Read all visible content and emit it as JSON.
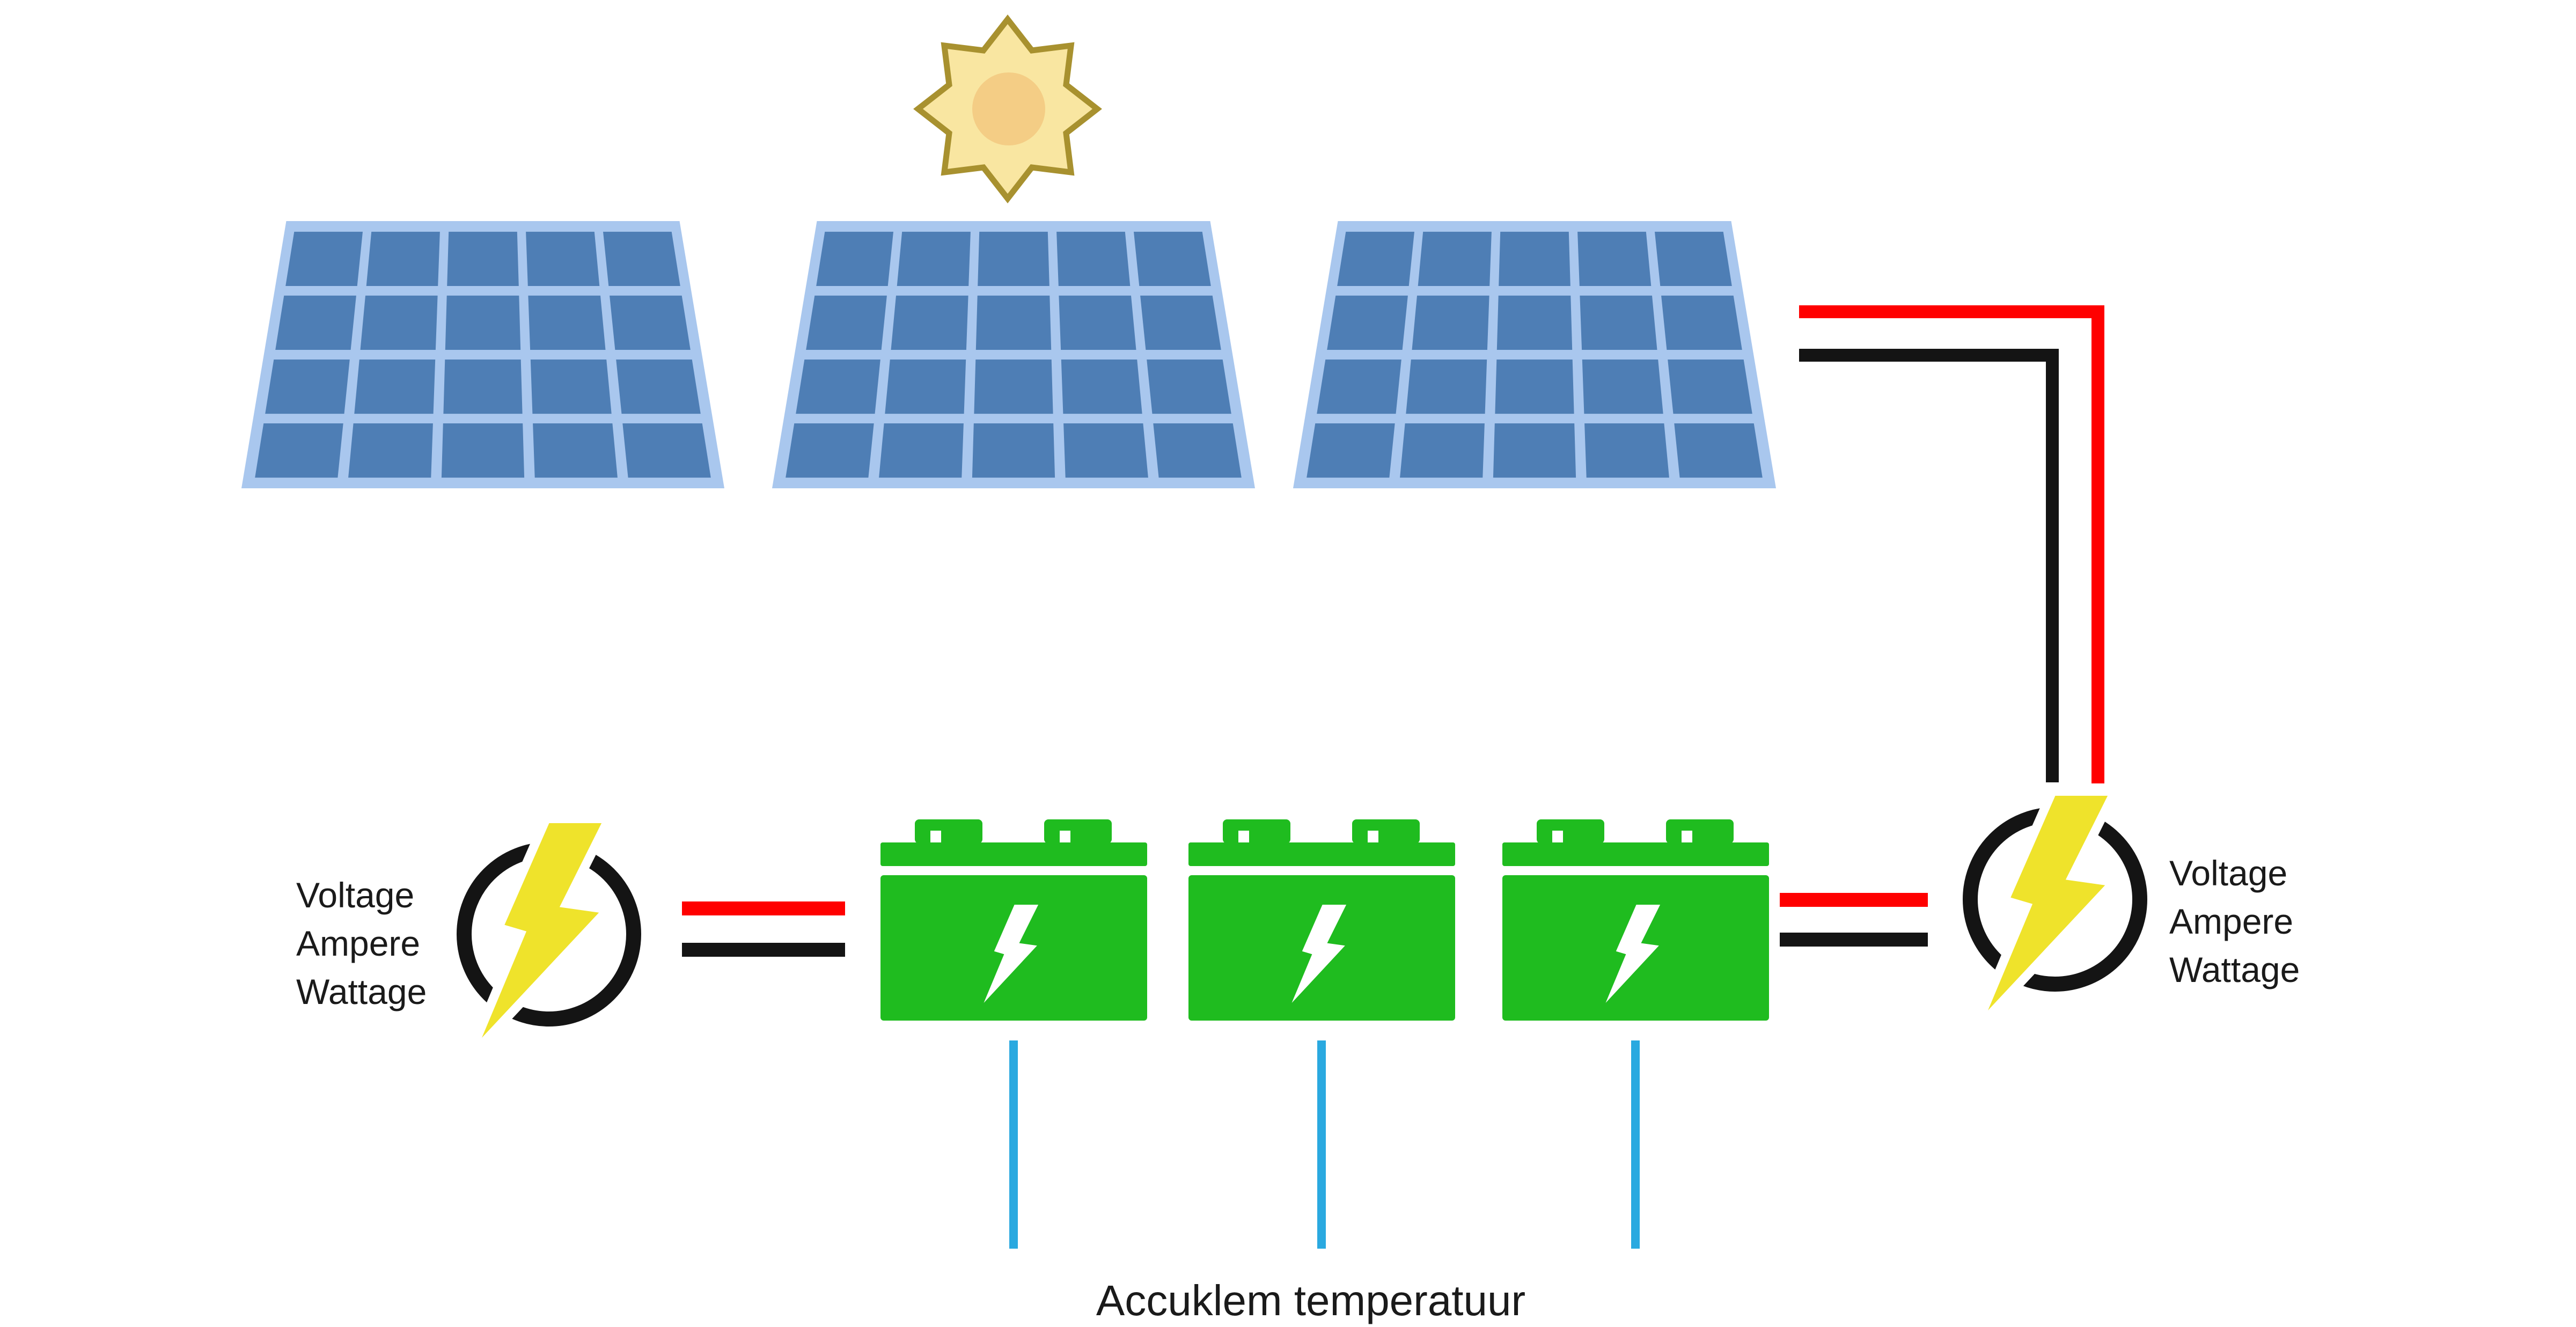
{
  "diagram": {
    "sun": {
      "points": 8
    },
    "solar_panels": {
      "count": 3,
      "cell_rows": 4,
      "cell_cols": 5
    },
    "batteries": {
      "count": 3,
      "terminals_per_battery": 2
    },
    "meters": {
      "left": {
        "labels": [
          "Voltage",
          "Ampere",
          "Wattage"
        ]
      },
      "right": {
        "labels": [
          "Voltage",
          "Ampere",
          "Wattage"
        ]
      }
    },
    "sensor_label": "Accuklem temperatuur",
    "sensor_lines": {
      "count": 3
    }
  },
  "colors": {
    "background": "#ffffff",
    "panel_frame": "#a9c7ee",
    "panel_cell": "#4e7eb5",
    "battery_green": "#1fbc1f",
    "bolt_yellow": "#efe32b",
    "bolt_white": "#ffffff",
    "ring_black": "#141414",
    "wire_red": "#ff0000",
    "wire_black": "#141414",
    "sensor_blue": "#2aa9e0",
    "sun_fill": "#f9e6a1",
    "sun_border": "#a8912f",
    "sun_core": "#f4cd85",
    "text": "#1a1a1a"
  }
}
